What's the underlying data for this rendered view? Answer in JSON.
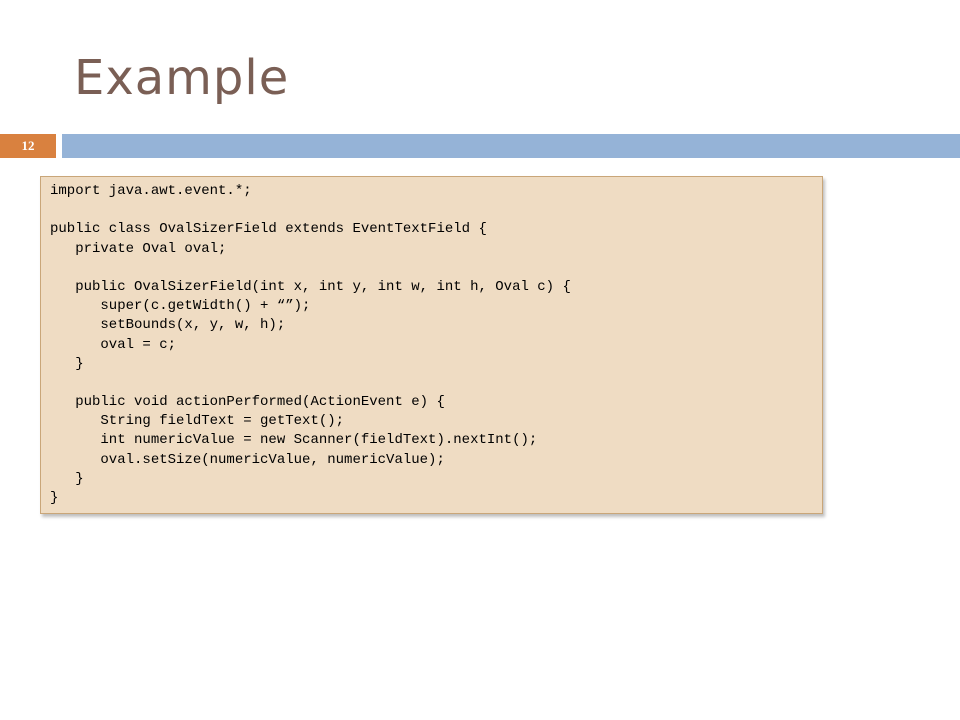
{
  "slide": {
    "title": "Example",
    "page_number": "12"
  },
  "colors": {
    "title": "#7a5f55",
    "page_number_box": "#d9813f",
    "header_bar": "#95b3d7",
    "code_background": "#efdcc3",
    "code_border": "#c9a679"
  },
  "code": {
    "lines": [
      "import java.awt.event.*;",
      "",
      "public class OvalSizerField extends EventTextField {",
      "   private Oval oval;",
      "",
      "   public OvalSizerField(int x, int y, int w, int h, Oval c) {",
      "      super(c.getWidth() + “”);",
      "      setBounds(x, y, w, h);",
      "      oval = c;",
      "   }",
      "",
      "   public void actionPerformed(ActionEvent e) {",
      "      String fieldText = getText();",
      "      int numericValue = new Scanner(fieldText).nextInt();",
      "      oval.setSize(numericValue, numericValue);",
      "   }",
      "}"
    ]
  }
}
